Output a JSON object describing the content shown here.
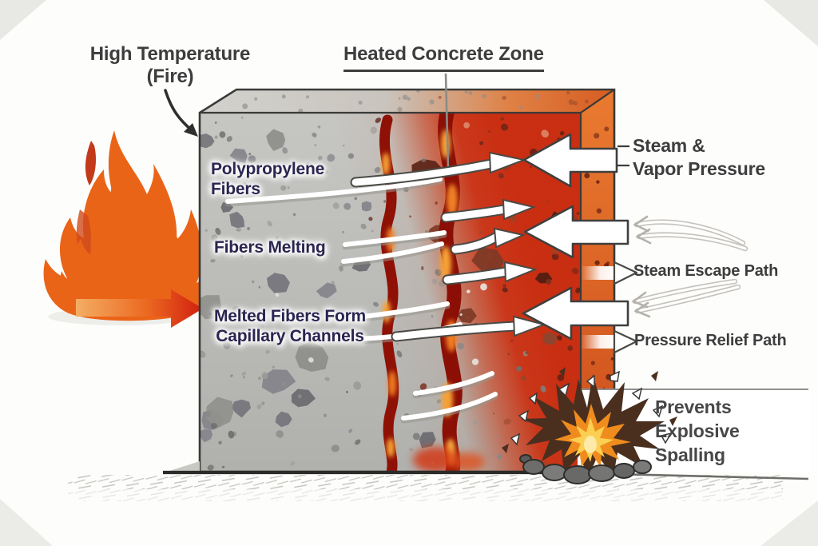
{
  "labels": {
    "high_temperature": {
      "line1": "High Temperature",
      "line2": "(Fire)"
    },
    "heated_zone": "Heated Concrete Zone",
    "polypropylene": {
      "line1": "Polypropylene",
      "line2": "Fibers"
    },
    "fibers_melting": "Fibers Melting",
    "melted_fibers": {
      "line1": "Melted Fibers Form",
      "line2": "Capillary Channels"
    },
    "steam_vapor": {
      "line1": "Steam &",
      "line2": "Vapor Pressure"
    },
    "steam_escape": "Steam Escape Path",
    "pressure_relief": "Pressure Relief Path",
    "prevents": {
      "line1": "Prevents",
      "line2": "Explosive",
      "line3": "Spalling"
    }
  },
  "icons": {
    "fire": "flame-icon",
    "heat_arrow": "heat-arrow-icon",
    "capillary_channels": "capillary-channel-icon",
    "steam_arrows": "steam-escape-arrow-icon",
    "vapor_arrows": "vapor-pressure-arrow-icon",
    "spalling": "explosion-icon"
  },
  "colors": {
    "label_dark": "#3d3d3d",
    "label_navy": "#2a2550",
    "flame_orange": "#ea6418",
    "flame_mid": "#f39c1c",
    "flame_yellow": "#f9c835",
    "flame_core": "#fdeb9e",
    "heat_red": "#cb2d0e",
    "side_face_orange": "#e2702c",
    "concrete_gray": "#b9b9b6",
    "channel_red": "#8f1106",
    "channel_glow": "#f6a035",
    "arrow_fill": "#ffffff",
    "arrow_outline": "#3f3f3f"
  }
}
